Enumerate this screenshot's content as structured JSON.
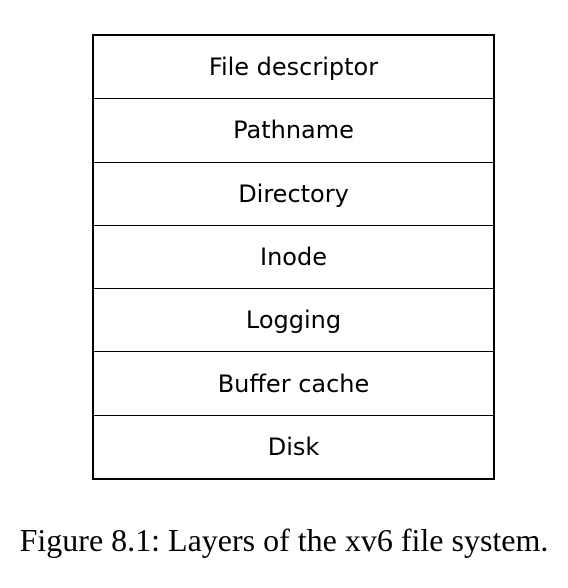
{
  "diagram": {
    "layers": [
      "File descriptor",
      "Pathname",
      "Directory",
      "Inode",
      "Logging",
      "Buffer cache",
      "Disk"
    ]
  },
  "caption": "Figure 8.1: Layers of the xv6 file system."
}
